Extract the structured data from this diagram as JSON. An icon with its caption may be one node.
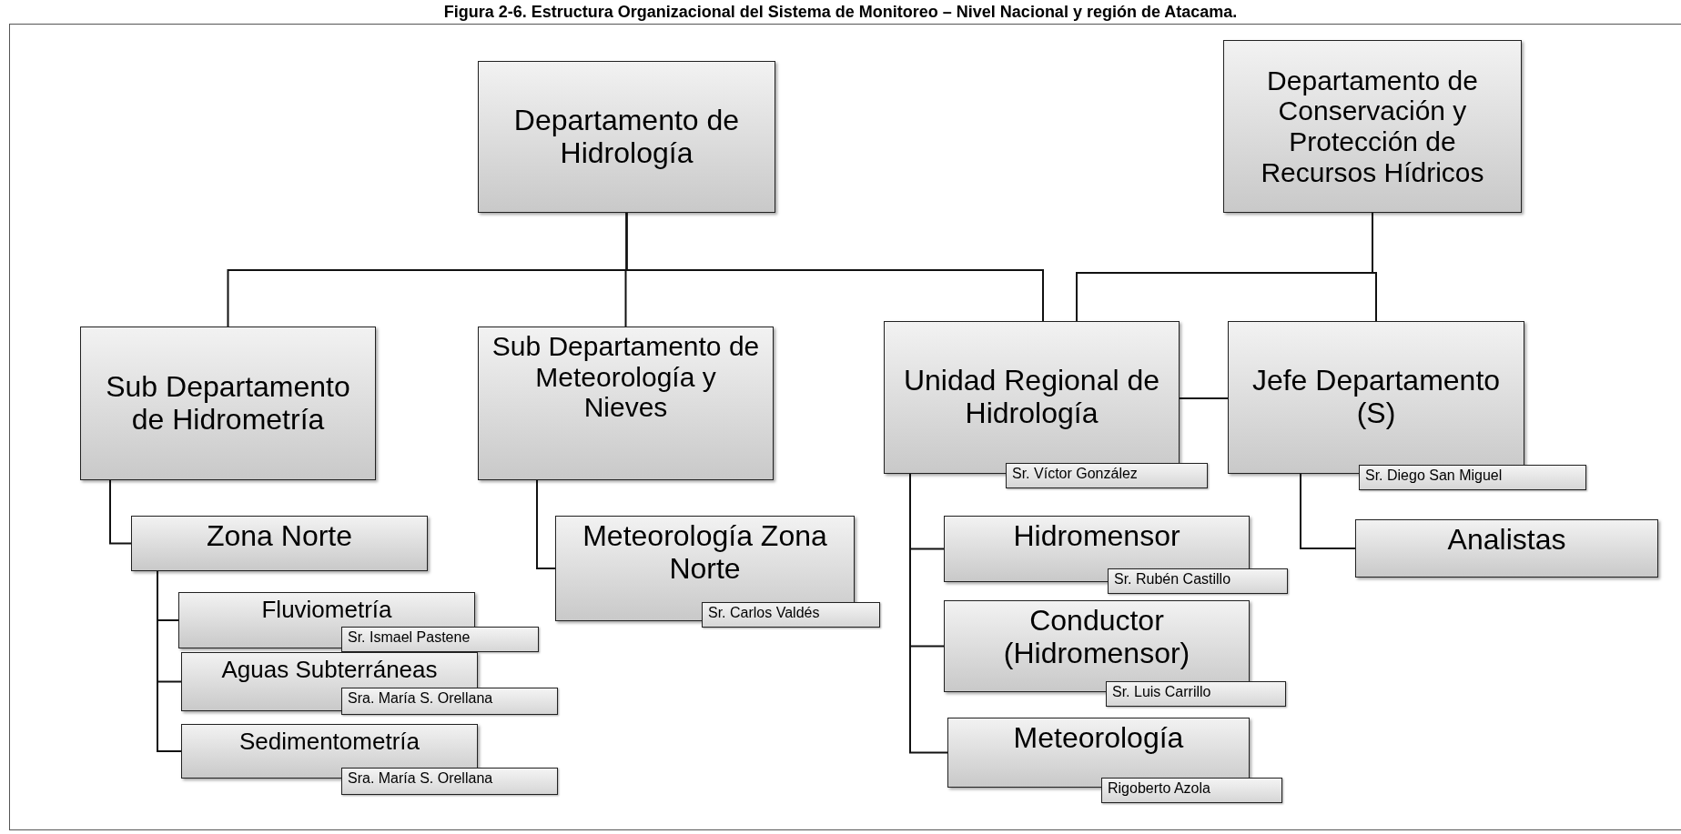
{
  "diagram": {
    "title": "Figura 2-6. Estructura Organizacional del Sistema de Monitoreo – Nivel Nacional y región de Atacama.",
    "nodes": [
      {
        "text": [
          "Departamento de Hidrología"
        ]
      },
      {
        "text": [
          "Departamento de Conservación y Protección de Recursos Hídricos"
        ]
      },
      {
        "text": [
          "Sub Departamento de Hidrometría"
        ]
      },
      {
        "text": [
          "Sub Departamento de Meteorología y Nieves"
        ]
      },
      {
        "text": [
          "Unidad Regional de Hidrología",
          "Sr. Víctor González"
        ]
      },
      {
        "text": [
          "Jefe Departamento (S)",
          "Sr. Diego San Miguel"
        ]
      },
      {
        "text": [
          "Zona Norte"
        ]
      },
      {
        "text": [
          "Fluviometría",
          "Sr. Ismael Pastene"
        ]
      },
      {
        "text": [
          "Aguas Subterráneas",
          "Sra. María S. Orellana"
        ]
      },
      {
        "text": [
          "Sedimentometría",
          "Sra. María S. Orellana"
        ]
      },
      {
        "text": [
          "Meteorología Zona Norte",
          "Sr. Carlos Valdés"
        ]
      },
      {
        "text": [
          "Hidromensor",
          "Sr. Rubén Castillo"
        ]
      },
      {
        "text": [
          "Conductor (Hidromensor)",
          "Sr. Luis Carrillo"
        ]
      },
      {
        "text": [
          "Meteorología",
          "Rigoberto Azola"
        ]
      },
      {
        "text": [
          "Analistas"
        ]
      }
    ],
    "edges": [
      {
        "from": 0,
        "to": 2,
        "arrow": "none"
      },
      {
        "from": 0,
        "to": 3,
        "arrow": "none"
      },
      {
        "from": 0,
        "to": 4,
        "arrow": "none"
      },
      {
        "from": 1,
        "to": 4,
        "arrow": "none"
      },
      {
        "from": 1,
        "to": 5,
        "arrow": "none"
      },
      {
        "from": 4,
        "to": 5,
        "arrow": "none"
      },
      {
        "from": 2,
        "to": 6,
        "arrow": "none"
      },
      {
        "from": 6,
        "to": 7,
        "arrow": "none"
      },
      {
        "from": 6,
        "to": 8,
        "arrow": "none"
      },
      {
        "from": 6,
        "to": 9,
        "arrow": "none"
      },
      {
        "from": 3,
        "to": 10,
        "arrow": "none"
      },
      {
        "from": 4,
        "to": 11,
        "arrow": "none"
      },
      {
        "from": 4,
        "to": 12,
        "arrow": "none"
      },
      {
        "from": 4,
        "to": 13,
        "arrow": "none"
      },
      {
        "from": 5,
        "to": 14,
        "arrow": "none"
      }
    ]
  }
}
